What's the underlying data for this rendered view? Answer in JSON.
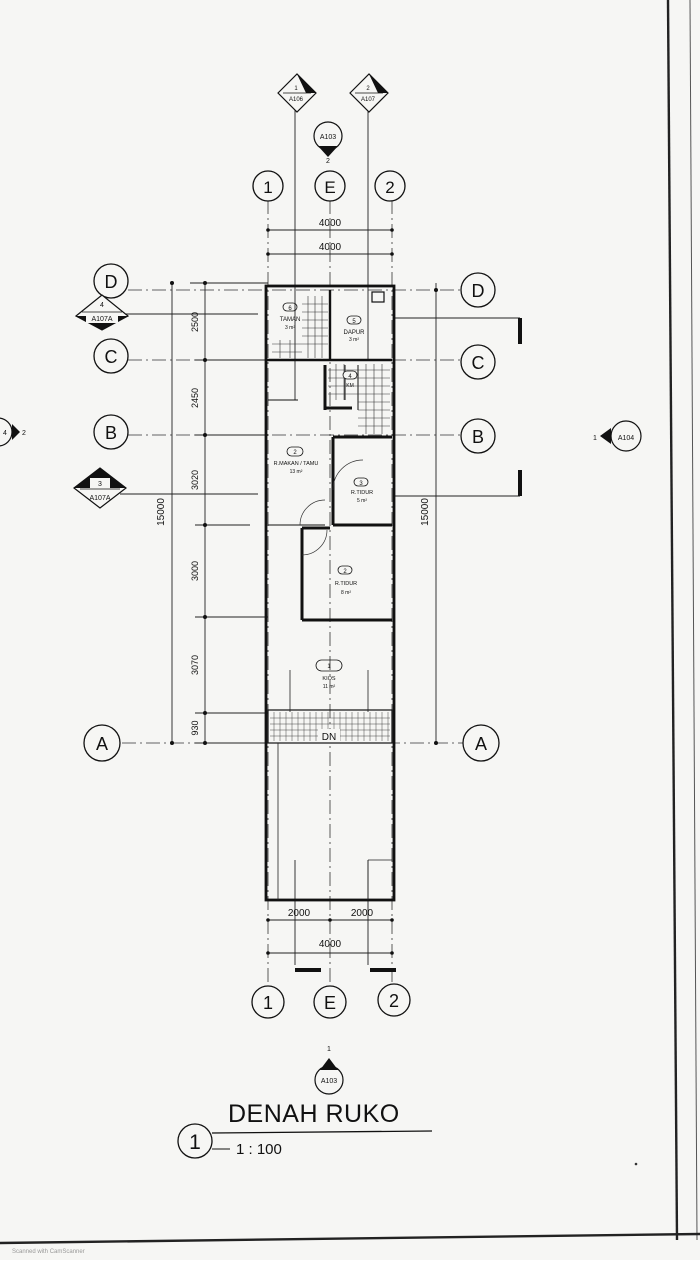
{
  "drawing": {
    "title": "DENAH RUKO",
    "scale": "1 : 100",
    "view_number": "1",
    "scanner_footer": "Scanned with CamScanner"
  },
  "grid_labels": {
    "h_top": [
      "1",
      "E",
      "2"
    ],
    "h_bottom": [
      "1",
      "E",
      "2"
    ],
    "v_left": [
      "D",
      "C",
      "B",
      "A"
    ],
    "v_right": [
      "D",
      "C",
      "B",
      "A"
    ]
  },
  "dimensions": {
    "top_overall_1": "4000",
    "top_overall_2": "4000",
    "bottom_half_left": "2000",
    "bottom_half_right": "2000",
    "bottom_overall": "4000",
    "left_total": "15000",
    "right_total": "15000",
    "left_segments": [
      "2500",
      "2450",
      "3020",
      "3000",
      "3070",
      "930"
    ]
  },
  "rooms": [
    {
      "num": "6",
      "name": "TAMAN",
      "area": "3 m²"
    },
    {
      "num": "5",
      "name": "DAPUR",
      "area": "3 m²"
    },
    {
      "num": "4",
      "name": "KM",
      "area": ""
    },
    {
      "num": "2",
      "name": "R.MAKAN / TAMU",
      "area": "13 m²"
    },
    {
      "num": "3",
      "name": "R.TIDUR",
      "area": "5 m²"
    },
    {
      "num": "2",
      "name": "R.TIDUR",
      "area": "8 m²"
    },
    {
      "num": "1",
      "name": "KIOS",
      "area": "11 m²"
    }
  ],
  "floor_mark": "DN",
  "callouts": {
    "sec_top_left": {
      "num": "1",
      "sheet": "A106"
    },
    "sec_top_right": {
      "num": "2",
      "sheet": "A107"
    },
    "elev_top": {
      "num": "2",
      "sheet": "A103"
    },
    "sec_left_upper": {
      "num": "4",
      "sheet": "A107A"
    },
    "sec_left_lower": {
      "num": "3",
      "sheet": "A107A"
    },
    "elev_right": {
      "num": "1",
      "sheet": "A104"
    },
    "elev_left_edge": {
      "num": "4",
      "sheet": "2"
    },
    "elev_bottom": {
      "num": "1",
      "sheet": "A103"
    }
  }
}
